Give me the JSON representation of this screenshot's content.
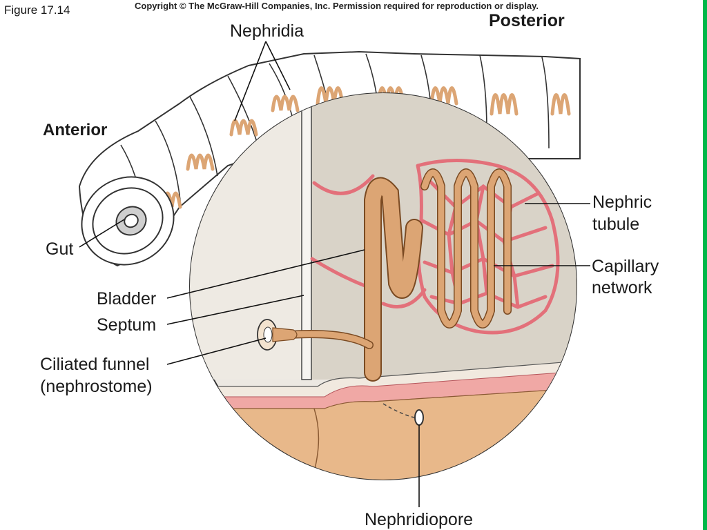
{
  "header": {
    "figure_number": "Figure 17.14",
    "copyright": "Copyright © The McGraw-Hill Companies, Inc. Permission required for reproduction or display."
  },
  "labels": {
    "nephridia": "Nephridia",
    "posterior": "Posterior",
    "anterior": "Anterior",
    "gut": "Gut",
    "bladder": "Bladder",
    "septum": "Septum",
    "ciliated_funnel_line1": "Ciliated funnel",
    "ciliated_funnel_line2": "(nephrostome)",
    "nephric_tubule_line1": "Nephric",
    "nephric_tubule_line2": "tubule",
    "capillary_network_line1": "Capillary",
    "capillary_network_line2": "network",
    "nephridiopore": "Nephridiopore"
  },
  "colors": {
    "tubule": "#dca574",
    "tubule_outline": "#7a4a22",
    "capillary": "#e3707a",
    "body_wall": "#ddd7cd",
    "ventral_muscle": "#e8b88a",
    "accent_strip": "#00b84a"
  }
}
